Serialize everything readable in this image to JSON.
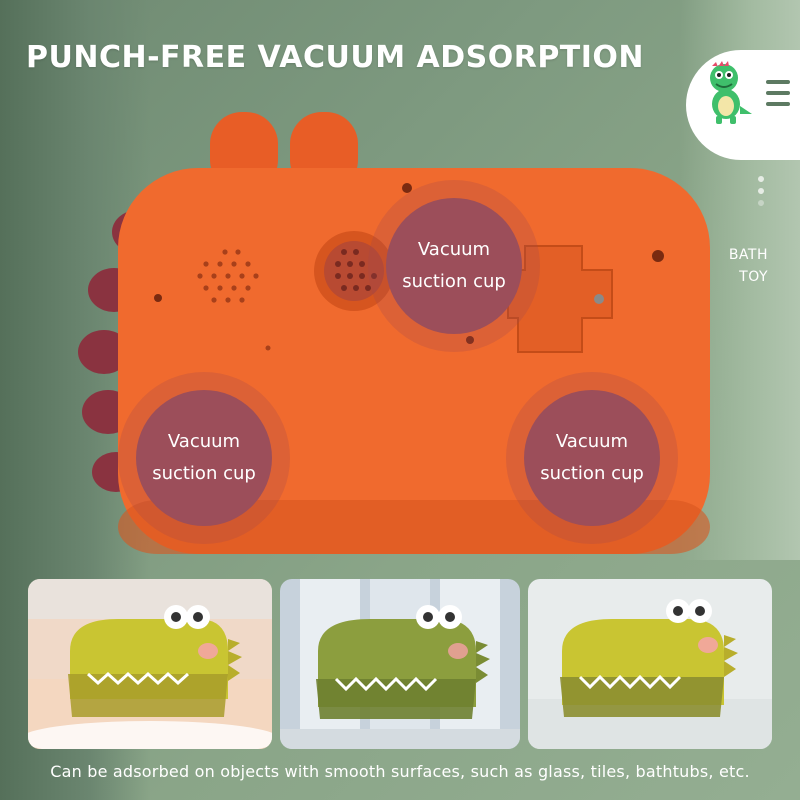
{
  "headline": "PUNCH-FREE VACUUM ADSORPTION",
  "side_label": {
    "line1": "BATH",
    "line2": "TOY"
  },
  "suction_cups": [
    {
      "label": "Vacuum\nsuction cup"
    },
    {
      "label": "Vacuum\nsuction cup"
    },
    {
      "label": "Vacuum\nsuction cup"
    }
  ],
  "caption": "Can be adsorbed on objects with smooth surfaces, such as glass, tiles, bathtubs, etc.",
  "icons": [
    "dinosaur-logo-icon",
    "menu-icon",
    "speaker-icon"
  ],
  "colors": {
    "toy_orange": "#f06a2e",
    "spikes": "#8a3340",
    "suction_cup": "#9c4e5a",
    "dino_yellow": "#c9c532",
    "background_green": "#7e9a80"
  }
}
